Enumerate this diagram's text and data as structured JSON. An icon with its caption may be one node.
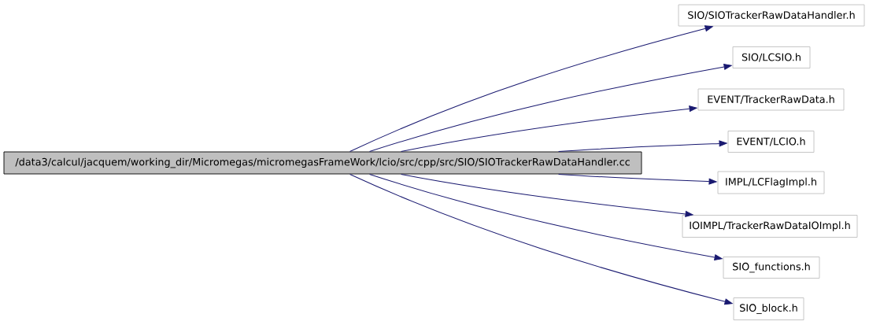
{
  "diagram": {
    "nodes": [
      {
        "text": [
          "/data3/calcul/jacquem/working_dir/Micromegas/micromegasFrameWork/lcio/src/cpp/src/SIO/SIOTrackerRawDataHandler.cc"
        ]
      },
      {
        "text": [
          "SIO/SIOTrackerRawDataHandler.h"
        ]
      },
      {
        "text": [
          "SIO/LCSIO.h"
        ]
      },
      {
        "text": [
          "EVENT/TrackerRawData.h"
        ]
      },
      {
        "text": [
          "EVENT/LCIO.h"
        ]
      },
      {
        "text": [
          "IMPL/LCFlagImpl.h"
        ]
      },
      {
        "text": [
          "IOIMPL/TrackerRawDataIOImpl.h"
        ]
      },
      {
        "text": [
          "SIO_functions.h"
        ]
      },
      {
        "text": [
          "SIO_block.h"
        ]
      }
    ],
    "edges": [
      {
        "from": 0,
        "to": 1,
        "arrow": "to"
      },
      {
        "from": 0,
        "to": 2,
        "arrow": "to"
      },
      {
        "from": 0,
        "to": 3,
        "arrow": "to"
      },
      {
        "from": 0,
        "to": 4,
        "arrow": "to"
      },
      {
        "from": 0,
        "to": 5,
        "arrow": "to"
      },
      {
        "from": 0,
        "to": 6,
        "arrow": "to"
      },
      {
        "from": 0,
        "to": 7,
        "arrow": "to"
      },
      {
        "from": 0,
        "to": 8,
        "arrow": "to"
      }
    ]
  }
}
